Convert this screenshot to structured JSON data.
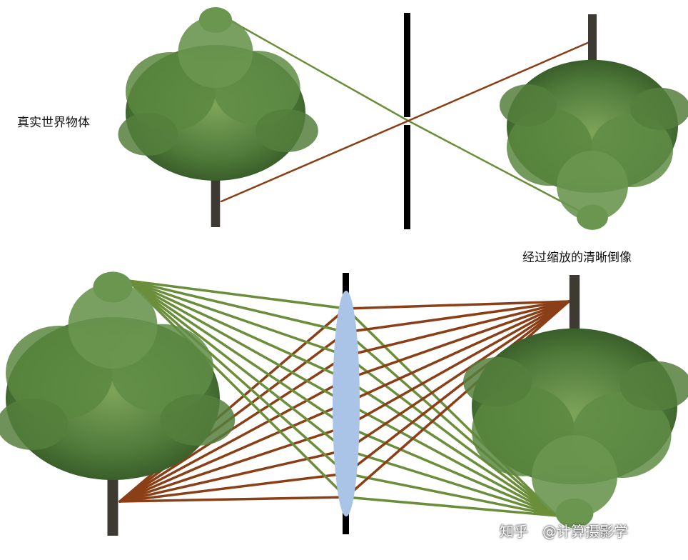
{
  "labels": {
    "real_object": "真实世界物体",
    "sharp_image": "经过缩放的清晰倒像"
  },
  "watermark": {
    "brand": "知乎",
    "author": "@计算摄影学"
  },
  "colors": {
    "green_ray": "#6b8e3a",
    "brown_ray": "#8b3f16",
    "barrier": "#000000",
    "lens": "#a9c4e6",
    "foliage": "#4f7a3a",
    "trunk": "#3d3a33"
  },
  "icons": [
    "tree-icon",
    "inverted-tree-icon",
    "lens-icon"
  ]
}
